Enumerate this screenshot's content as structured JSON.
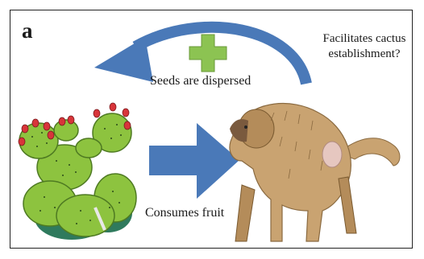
{
  "panel_label": "a",
  "labels": {
    "seeds_dispersed": "Seeds are dispersed",
    "consumes_fruit": "Consumes fruit",
    "facilitates": "Facilitates cactus establishment?"
  },
  "icons": {
    "plus": "plus-icon",
    "arrow_right": "arrow-right-icon",
    "arrow_curved": "curved-arrow-icon",
    "cactus": "cactus-illustration",
    "baboon": "baboon-illustration"
  },
  "colors": {
    "arrow_blue": "#4a79b8",
    "plus_green": "#8cc352",
    "cactus_green": "#8dc33f",
    "cactus_dark": "#2f7a5d",
    "fruit_red": "#d8353a",
    "baboon_tan": "#c9a371"
  }
}
